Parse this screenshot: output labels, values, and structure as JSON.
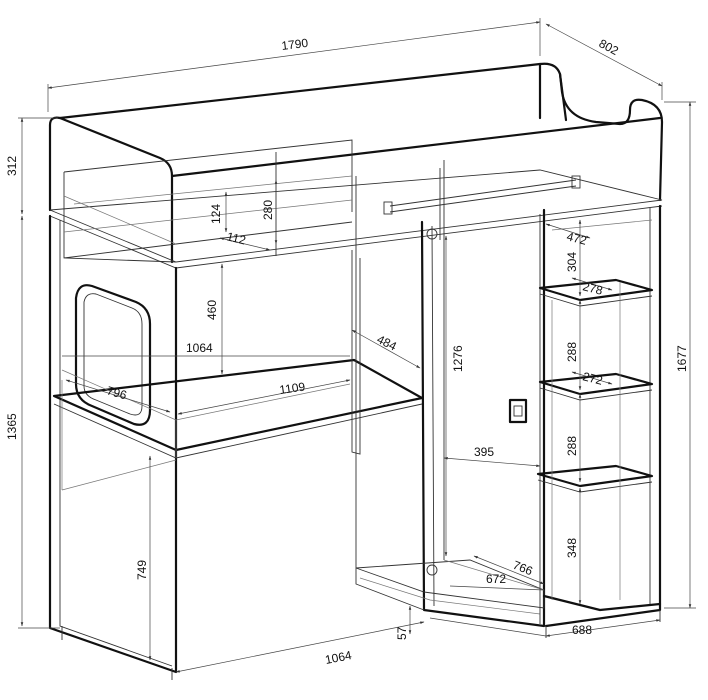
{
  "dimensions": {
    "overall_length": "1790",
    "overall_depth": "802",
    "rail_height": "312",
    "overall_height": "1677",
    "loft_underside_height": "1365",
    "desk_height": "749",
    "desk_width": "1064",
    "base_length": "1064",
    "base_offset": "57",
    "base_depth": "688",
    "shelf_depth_top": "472",
    "shelf_spacing_1": "304",
    "shelf_depth_1": "278",
    "shelf_spacing_2": "288",
    "shelf_depth_2": "272",
    "shelf_spacing_3": "288",
    "shelf_spacing_4": "348",
    "wardrobe_height": "1276",
    "wardrobe_width": "395",
    "wardrobe_floor_width": "672",
    "wardrobe_floor_depth": "766",
    "desk_depth": "484",
    "desk_top_length": "1109",
    "desk_side_depth": "796",
    "under_bed_height": "460",
    "shelf_height": "124",
    "shelf_depth": "112",
    "bed_shelf_height": "280"
  }
}
